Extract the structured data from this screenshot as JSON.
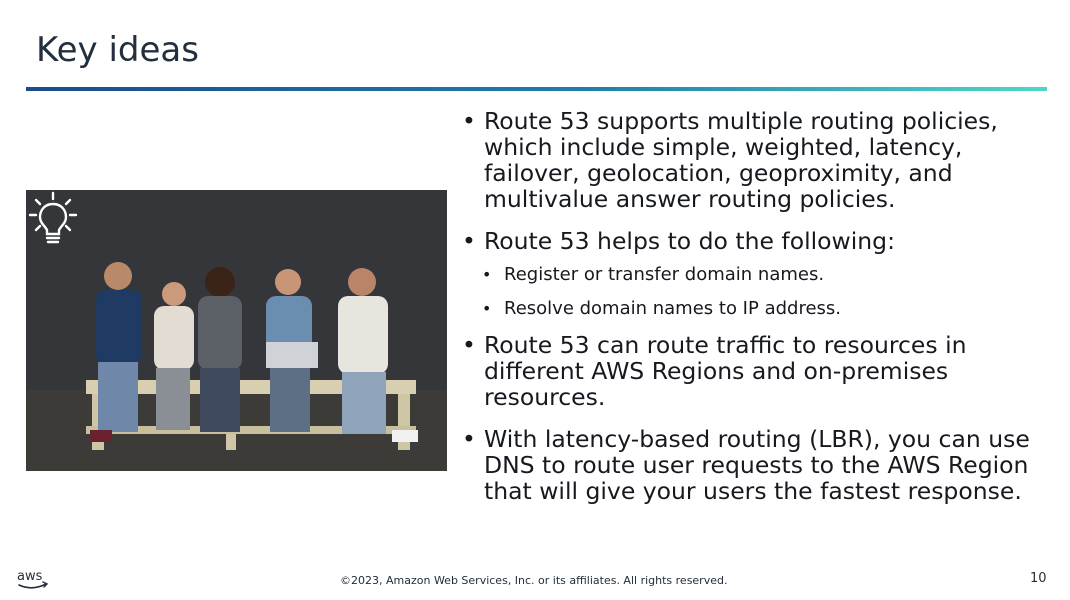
{
  "slide": {
    "title": "Key ideas",
    "bullets": [
      {
        "text": "Route 53 supports multiple routing policies, which include simple, weighted, latency, failover, geolocation, geoproximity, and multivalue answer routing policies."
      },
      {
        "text": "Route 53 helps to do the following:",
        "sub": [
          "Register or transfer domain names.",
          "Resolve domain names to IP address."
        ]
      },
      {
        "text": "Route 53 can route traffic to resources in different AWS Regions and on-premises resources."
      },
      {
        "text": "With latency-based routing (LBR), you can use DNS to route user requests to the AWS Region that will give your users the fastest response."
      }
    ],
    "bullet_glyph": "•"
  },
  "footer": {
    "logo_text": "aws",
    "copyright": "©2023, Amazon Web Services, Inc. or its affiliates. All rights reserved.",
    "page_number": "10"
  },
  "icons": {
    "idea": "lightbulb-icon",
    "logo": "aws-logo-icon"
  },
  "colors": {
    "title": "#232f3e",
    "rule_start": "#1a4b8c",
    "rule_end": "#4fd6c8"
  }
}
